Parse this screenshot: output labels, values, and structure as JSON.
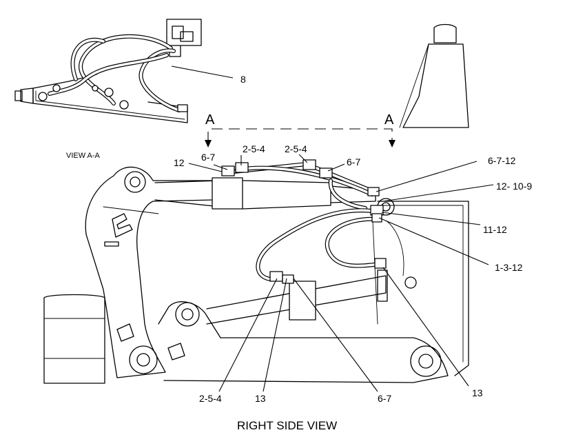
{
  "section_marks": {
    "left": "A",
    "right": "A"
  },
  "view_label": "VIEW A-A",
  "caption": "RIGHT SIDE VIEW",
  "callouts": {
    "c8": "8",
    "c12_top": "12",
    "c67_top_left": "6-7",
    "c254_top_left": "2-5-4",
    "c254_top_right": "2-5-4",
    "c67_top_right": "6-7",
    "c6712": "6-7-12",
    "c12109": "12- 10-9",
    "c1112": "11-12",
    "c1312": "1-3-12",
    "c254_bottom": "2-5-4",
    "c13_bottom_left": "13",
    "c67_bottom": "6-7",
    "c13_bottom_right": "13"
  }
}
